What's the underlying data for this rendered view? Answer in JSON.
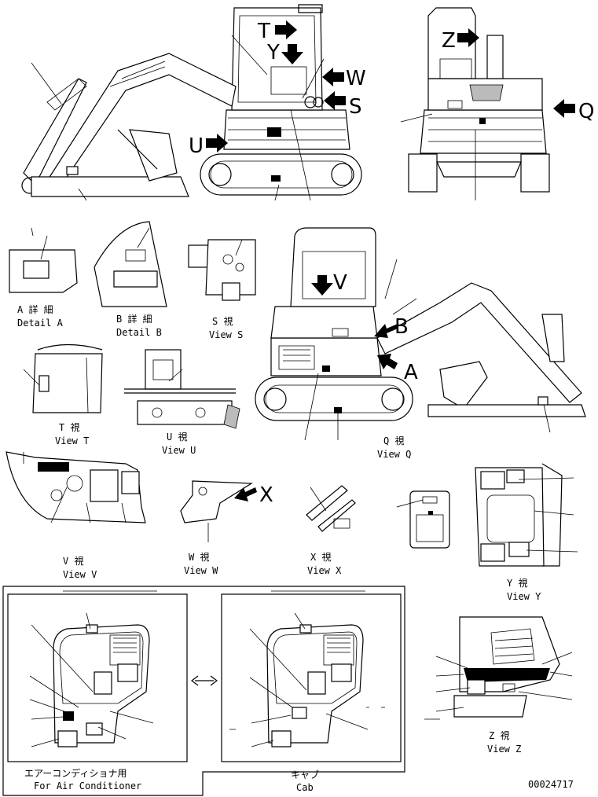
{
  "views": {
    "detail_a": {
      "jp": "A 詳 細",
      "en": "Detail A"
    },
    "detail_b": {
      "jp": "B 詳 細",
      "en": "Detail B"
    },
    "view_s": {
      "jp": "S 視",
      "en": "View S"
    },
    "view_t": {
      "jp": "T 視",
      "en": "View T"
    },
    "view_u": {
      "jp": "U 視",
      "en": "View U"
    },
    "view_q": {
      "jp": "Q 視",
      "en": "View Q"
    },
    "view_v": {
      "jp": "V 視",
      "en": "View V"
    },
    "view_w": {
      "jp": "W 視",
      "en": "View W"
    },
    "view_x": {
      "jp": "X 視",
      "en": "View X"
    },
    "view_y": {
      "jp": "Y 視",
      "en": "View Y"
    },
    "view_z": {
      "jp": "Z 視",
      "en": "View Z"
    }
  },
  "arrows": {
    "t": "T",
    "y": "Y",
    "w": "W",
    "s": "S",
    "u": "U",
    "z": "Z",
    "q": "Q",
    "v": "V",
    "b": "B",
    "a": "A",
    "x": "X"
  },
  "cab_panels": {
    "ac": {
      "jp": "エアーコンディショナ用",
      "en": "For Air Conditioner"
    },
    "cab": {
      "jp": "キャブ",
      "en": "Cab"
    }
  },
  "drawing_number": "00024717"
}
